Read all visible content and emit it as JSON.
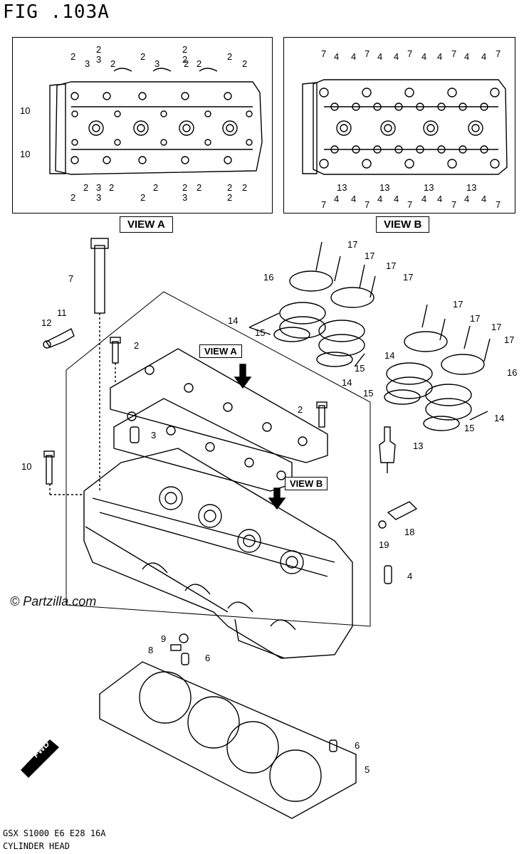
{
  "figure": {
    "title": "FIG .103A"
  },
  "view_a": {
    "label": "VIEW A",
    "callouts_top": [
      "2",
      "3",
      "2",
      "2",
      "2",
      "3",
      "2",
      "2",
      "2",
      "2",
      "3",
      "2",
      "2"
    ],
    "callouts_side": [
      "10",
      "10"
    ],
    "callouts_bottom": [
      "2",
      "2",
      "3",
      "2",
      "2",
      "2",
      "3",
      "2",
      "2",
      "2",
      "2",
      "3",
      "2"
    ]
  },
  "view_b": {
    "label": "VIEW B",
    "callouts_top": [
      "7",
      "4",
      "4",
      "7",
      "4",
      "4",
      "7",
      "4",
      "4",
      "7",
      "4",
      "4",
      "7"
    ],
    "callouts_bottom": [
      "7",
      "4",
      "4",
      "7",
      "4",
      "4",
      "7",
      "4",
      "4",
      "7",
      "4",
      "4",
      "7"
    ],
    "callouts_mid": [
      "13",
      "13",
      "13",
      "13"
    ]
  },
  "main_callouts": {
    "c7": "7",
    "c11": "11",
    "c12": "12",
    "c2a": "2",
    "c3": "3",
    "c10": "10",
    "c17a": "17",
    "c17b": "17",
    "c17c": "17",
    "c17d": "17",
    "c17e": "17",
    "c17f": "17",
    "c17g": "17",
    "c17h": "17",
    "c16a": "16",
    "c16b": "16",
    "c14a": "14",
    "c15a": "15",
    "c14b": "14",
    "c15b": "15",
    "c14c": "14",
    "c15c": "15",
    "c14d": "14",
    "c15d": "15",
    "c2b": "2",
    "c13": "13",
    "c18": "18",
    "c19": "19",
    "c4": "4",
    "c9": "9",
    "c8": "8",
    "c6a": "6",
    "c6b": "6",
    "c5": "5",
    "view_a_arrow": "VIEW A",
    "view_b_arrow": "VIEW B",
    "fwd": "FWD"
  },
  "watermark": "© Partzilla.com",
  "footer": {
    "code": "GSX S1000 E6 E28 16A",
    "name": "CYLINDER HEAD"
  }
}
